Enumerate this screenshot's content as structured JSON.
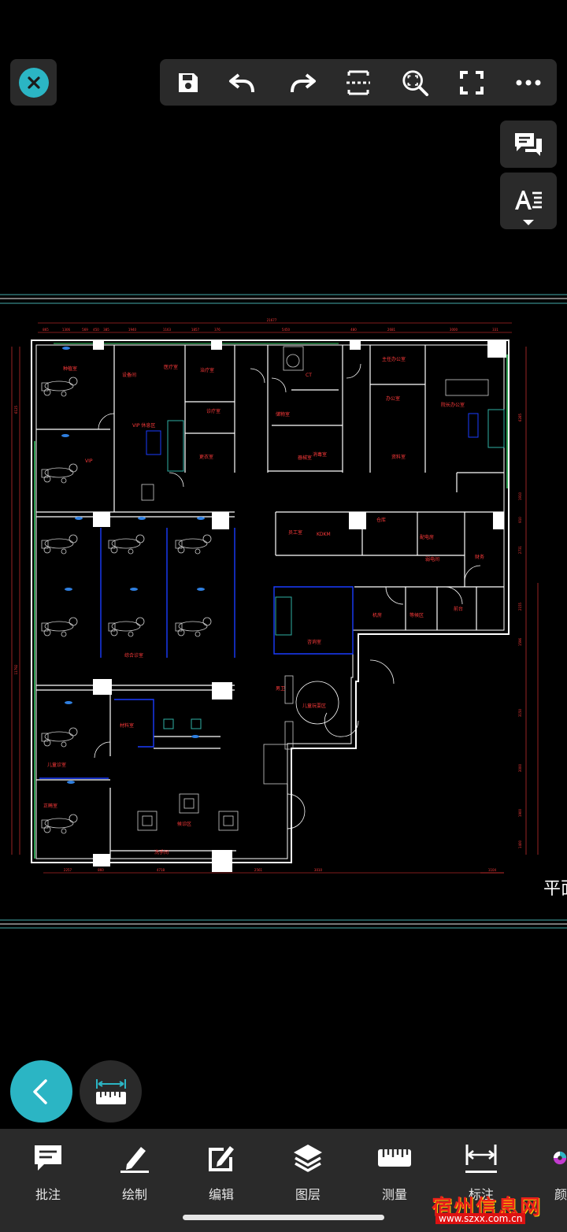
{
  "toolbar": {
    "icons": [
      "save-icon",
      "undo-icon",
      "redo-icon",
      "crop-view-icon",
      "zoom-fit-icon",
      "fullscreen-icon",
      "more-icon"
    ]
  },
  "side": {
    "icons": [
      "comment-list-icon",
      "text-style-icon"
    ]
  },
  "drawing": {
    "rooms": [
      "种植室",
      "设备间",
      "医疗室",
      "治疗室",
      "诊疗室",
      "VIP 休息区",
      "VIP",
      "更衣室",
      "储物室",
      "CT",
      "器械室",
      "消毒室",
      "主任办公室",
      "办公室",
      "资料室",
      "院长办公室",
      "综合诊室",
      "员工室",
      "KDKM",
      "仓库",
      "配电房",
      "弱电间",
      "财务",
      "咨询室",
      "儿童玩耍区",
      "儿童诊室",
      "正畸室",
      "材料室",
      "候诊区",
      "洗手间",
      "前台",
      "等候区",
      "机房",
      "男卫"
    ],
    "top_dims": [
      "865",
      "1306",
      "569",
      "450",
      "385",
      "1940",
      "1163",
      "1857",
      "376",
      "5450",
      "480",
      "2681",
      "3000",
      "331"
    ],
    "top_total": "21677",
    "bottom_dims": [
      "2257",
      "860",
      "4718",
      "940",
      "2561",
      "3010",
      "1104"
    ],
    "right_dims": [
      "6285",
      "1910",
      "910",
      "2731",
      "2155",
      "1596",
      "3150",
      "3000",
      "1900",
      "1400"
    ],
    "left_dims": [
      "6125",
      "11792"
    ],
    "corner_text": "平面"
  },
  "bottom_bar": {
    "items": [
      {
        "label": "批注",
        "icon": "annotate-icon"
      },
      {
        "label": "绘制",
        "icon": "draw-icon"
      },
      {
        "label": "编辑",
        "icon": "edit-icon"
      },
      {
        "label": "图层",
        "icon": "layers-icon"
      },
      {
        "label": "测量",
        "icon": "measure-icon"
      },
      {
        "label": "标注",
        "icon": "dimension-icon"
      },
      {
        "label": "颜",
        "icon": "color-icon"
      }
    ]
  },
  "watermark": {
    "text": "宿州信息网",
    "url": "www.szxx.com.cn"
  },
  "colors": {
    "accent": "#2bb5c4",
    "panel": "#2a2a2a",
    "wall": "#ffffff",
    "label": "#ff3b3b",
    "blue": "#1a3cff",
    "green": "#3ad06a"
  }
}
